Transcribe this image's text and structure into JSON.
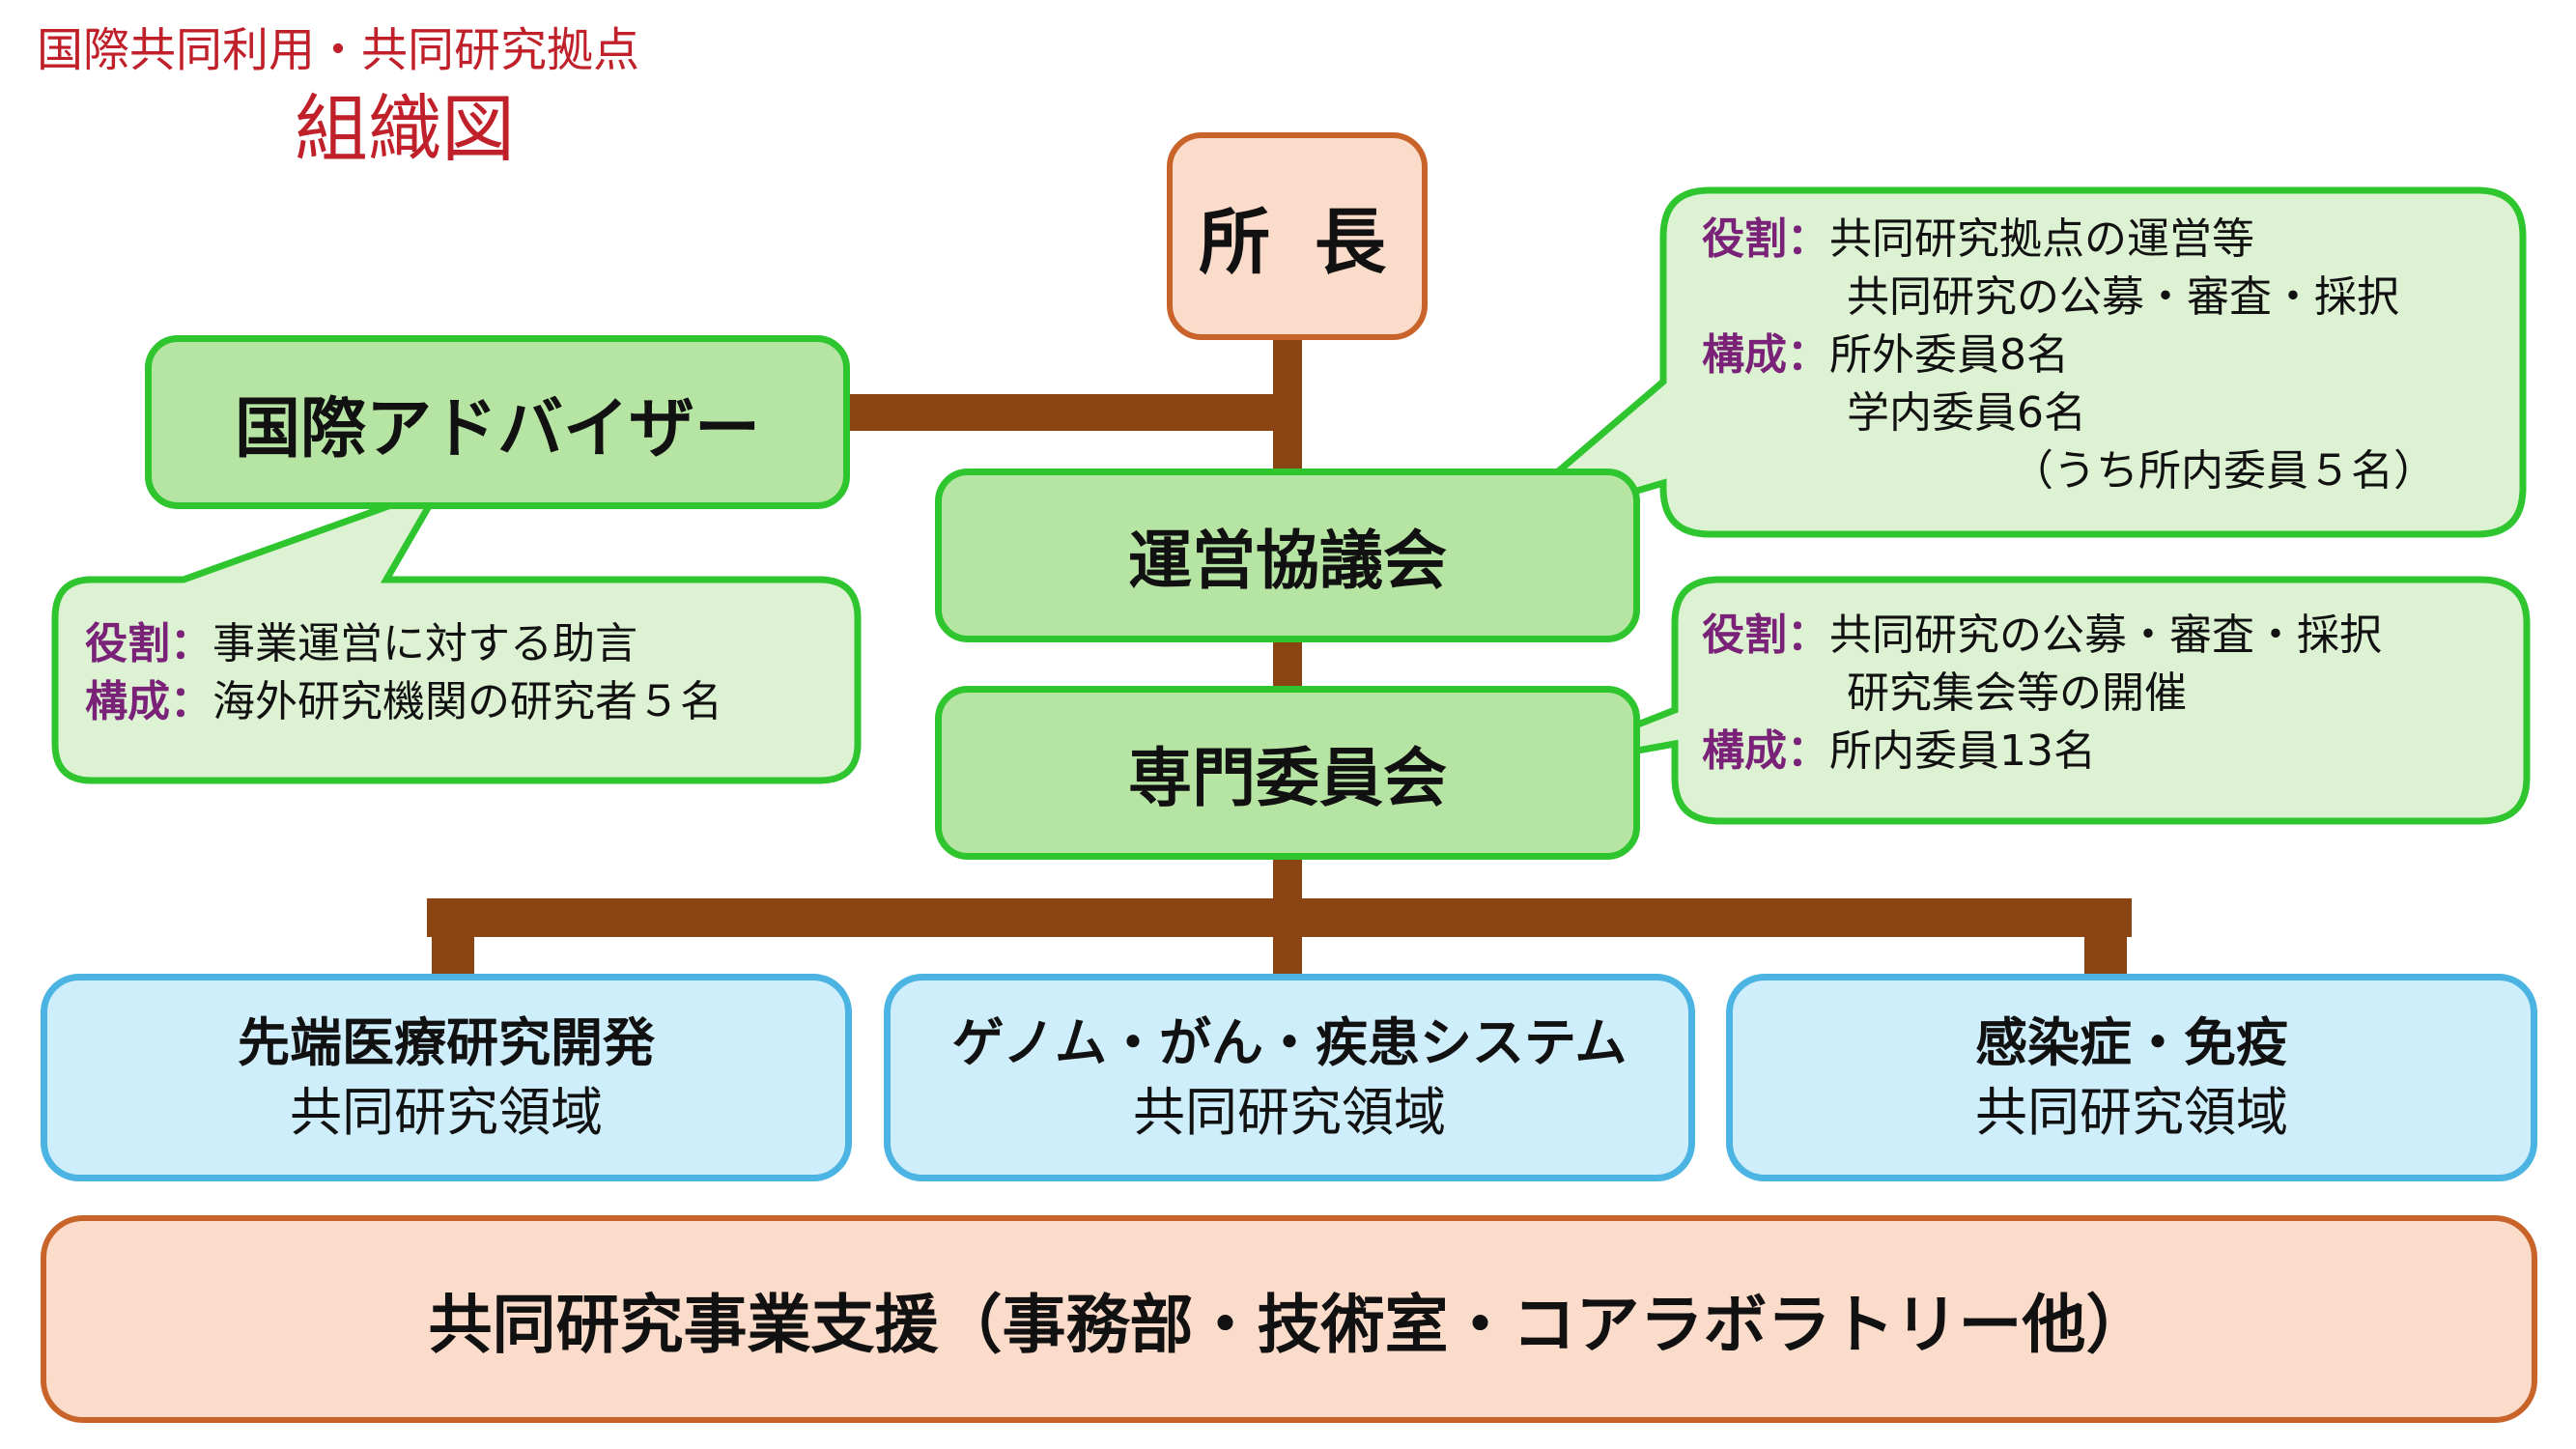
{
  "header": {
    "subtitle": "国際共同利用・共同研究拠点",
    "title": "組織図"
  },
  "director": "所 長",
  "advisor": {
    "label": "国際アドバイザー",
    "role_label": "役割：",
    "role": "事業運営に対する助言",
    "composition_label": "構成：",
    "composition": "海外研究機関の研究者５名"
  },
  "council": {
    "label": "運営協議会",
    "role_label": "役割：",
    "role_lines": [
      "共同研究拠点の運営等",
      "共同研究の公募・審査・採択"
    ],
    "composition_label": "構成：",
    "composition_lines": [
      "所外委員8名",
      "学内委員6名",
      "（うち所内委員５名）"
    ]
  },
  "committee": {
    "label": "専門委員会",
    "role_label": "役割：",
    "role_lines": [
      "共同研究の公募・審査・採択",
      "研究集会等の開催"
    ],
    "composition_label": "構成：",
    "composition": "所内委員13名"
  },
  "areas": [
    {
      "name": "先端医療研究開発",
      "sub": "共同研究領域"
    },
    {
      "name": "ゲノム・がん・疾患システム",
      "sub": "共同研究領域"
    },
    {
      "name": "感染症・免疫",
      "sub": "共同研究領域"
    }
  ],
  "support": "共同研究事業支援（事務部・技術室・コアラボラトリー他）",
  "colors": {
    "connector": "#8b4513",
    "orange_border": "#c8632a",
    "orange_fill": "#fbdccb",
    "green_border": "#2ec52e",
    "green_fill": "#b6e4a3",
    "callout_fill": "#ddf2d3",
    "blue_border": "#4cb4e2",
    "blue_fill": "#cfeefb",
    "label_purple": "#7a2278",
    "header_red": "#c0202a"
  }
}
